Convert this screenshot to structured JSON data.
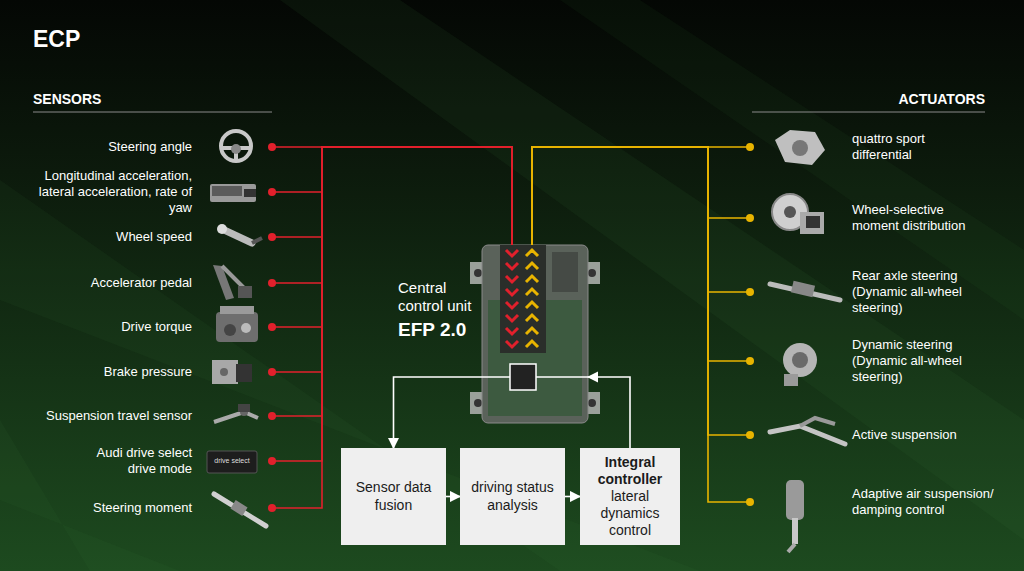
{
  "diagram": {
    "title": "ECP",
    "nodes": [
      {
        "text": [
          "Steering angle"
        ]
      },
      {
        "text": [
          "Longitudinal acceleration, lateral acceleration, rate of yaw"
        ]
      },
      {
        "text": [
          "Wheel speed"
        ]
      },
      {
        "text": [
          "Accelerator pedal"
        ]
      },
      {
        "text": [
          "Drive torque"
        ]
      },
      {
        "text": [
          "Brake pressure"
        ]
      },
      {
        "text": [
          "Suspension travel sensor"
        ]
      },
      {
        "text": [
          "Audi drive select drive mode"
        ]
      },
      {
        "text": [
          "Steering moment"
        ]
      },
      {
        "text": [
          "Central control unit",
          "EFP 2.0"
        ]
      },
      {
        "text": [
          "Sensor data fusion"
        ]
      },
      {
        "text": [
          "driving status analysis"
        ]
      },
      {
        "text": [
          "Integral controller",
          "lateral dynamics control"
        ]
      },
      {
        "text": [
          "quattro sport differential"
        ]
      },
      {
        "text": [
          "Wheel-selective moment distribution"
        ]
      },
      {
        "text": [
          "Rear axle steering (Dynamic all-wheel steering)"
        ]
      },
      {
        "text": [
          "Dynamic steering (Dynamic all-wheel steering)"
        ]
      },
      {
        "text": [
          "Active suspension"
        ]
      },
      {
        "text": [
          "Adaptive air suspension/ damping control"
        ]
      }
    ],
    "edges": [
      {
        "from": 0,
        "to": 9,
        "arrow": "none"
      },
      {
        "from": 1,
        "to": 9,
        "arrow": "none"
      },
      {
        "from": 2,
        "to": 9,
        "arrow": "none"
      },
      {
        "from": 3,
        "to": 9,
        "arrow": "none"
      },
      {
        "from": 4,
        "to": 9,
        "arrow": "none"
      },
      {
        "from": 5,
        "to": 9,
        "arrow": "none"
      },
      {
        "from": 6,
        "to": 9,
        "arrow": "none"
      },
      {
        "from": 7,
        "to": 9,
        "arrow": "none"
      },
      {
        "from": 8,
        "to": 9,
        "arrow": "none"
      },
      {
        "from": 9,
        "to": 10,
        "arrow": "to"
      },
      {
        "from": 10,
        "to": 11,
        "arrow": "to"
      },
      {
        "from": 11,
        "to": 12,
        "arrow": "to"
      },
      {
        "from": 12,
        "to": 9,
        "arrow": "to"
      },
      {
        "from": 9,
        "to": 13,
        "arrow": "none"
      },
      {
        "from": 9,
        "to": 14,
        "arrow": "none"
      },
      {
        "from": 9,
        "to": 15,
        "arrow": "none"
      },
      {
        "from": 9,
        "to": 16,
        "arrow": "none"
      },
      {
        "from": 9,
        "to": 17,
        "arrow": "none"
      },
      {
        "from": 9,
        "to": 18,
        "arrow": "none"
      }
    ],
    "labels": [
      "SENSORS",
      "ACTUATORS",
      "drive select"
    ]
  }
}
